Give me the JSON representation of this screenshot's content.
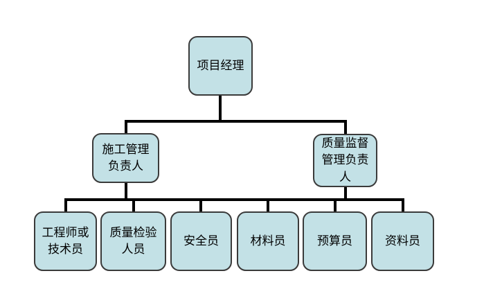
{
  "diagram": {
    "type": "org-chart",
    "colors": {
      "node_fill": "#c3e1e6",
      "node_border": "#3a3a3a",
      "connector": "#000000",
      "background": "#ffffff",
      "text": "#000000"
    },
    "nodes": {
      "project_manager": {
        "label": "项目经理",
        "level": 1
      },
      "construction_manager": {
        "label": "施工管理负责人",
        "level": 2,
        "parent": "project_manager"
      },
      "quality_supervision_manager": {
        "label": "质量监督管理负责人",
        "level": 2,
        "parent": "project_manager"
      },
      "engineer_or_technician": {
        "label": "工程师或技术员",
        "level": 3
      },
      "quality_inspector": {
        "label": "质量检验人员",
        "level": 3
      },
      "safety_officer": {
        "label": "安全员",
        "level": 3
      },
      "material_officer": {
        "label": "材料员",
        "level": 3
      },
      "budget_officer": {
        "label": "预算员",
        "level": 3
      },
      "document_officer": {
        "label": "资料员",
        "level": 3
      }
    }
  }
}
